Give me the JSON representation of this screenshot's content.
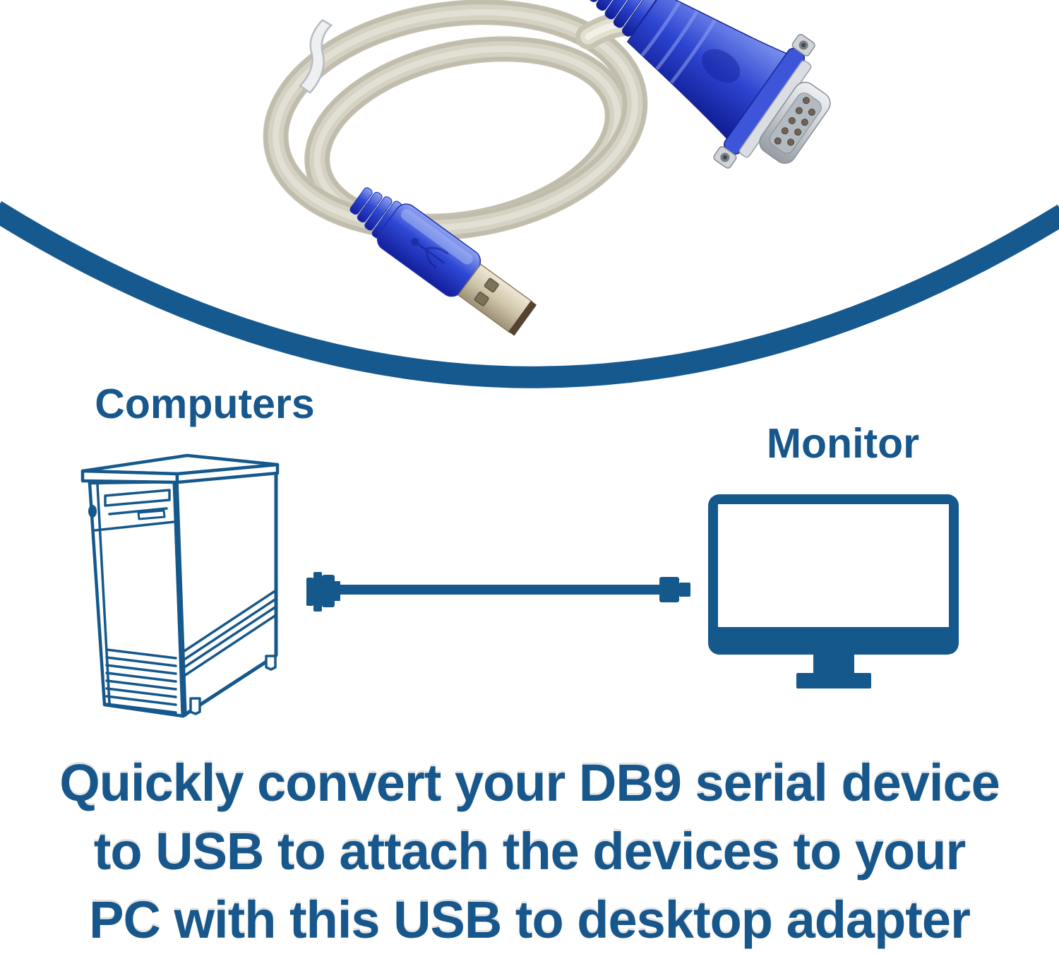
{
  "page": {
    "background": "#FFFFFF"
  },
  "colors": {
    "text_blue": "#17578C",
    "diagram_blue": "#15588C",
    "swoosh_blue": "#15598F",
    "connector_blue": "#2D46D2",
    "cable_silver": "#D5D2C4"
  },
  "photo": {
    "icon": "usb-to-db9-adapter-cable-photo"
  },
  "diagram": {
    "computers_label": "Computers",
    "monitor_label": "Monitor",
    "computer_icon": "desktop-tower-icon",
    "monitor_icon": "monitor-icon",
    "cable_icon": "adapter-cable-icon"
  },
  "caption": {
    "lines": [
      "Quickly convert your DB9 serial device",
      "to USB to attach the devices to your",
      "PC with this USB to desktop adapter"
    ],
    "full_text": "Quickly convert your DB9 serial device to USB to attach the devices to your PC with this USB to desktop adapter"
  }
}
